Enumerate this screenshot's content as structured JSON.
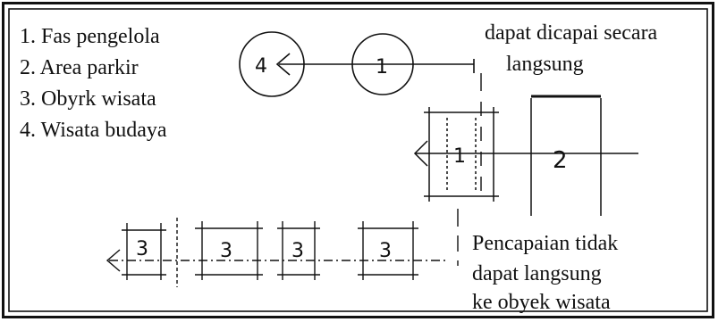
{
  "legend": {
    "items": [
      "1. Fas pengelola",
      "2. Area parkir",
      "3. Obyrk wisata",
      "4. Wisata budaya"
    ]
  },
  "notes": {
    "direct": [
      "dapat dicapai secara",
      "langsung"
    ],
    "indirect": [
      "Pencapaian tidak",
      "dapat langsung",
      "ke obyek wisata"
    ]
  },
  "labels": {
    "circle_left": "4",
    "circle_right": "1",
    "box_fas": "1",
    "box_parkir": "2",
    "box_obyek_1": "3",
    "box_obyek_2": "3",
    "box_obyek_3": "3",
    "box_obyek_4": "3"
  },
  "colors": {
    "ink": "#111111",
    "background": "#ffffff"
  }
}
